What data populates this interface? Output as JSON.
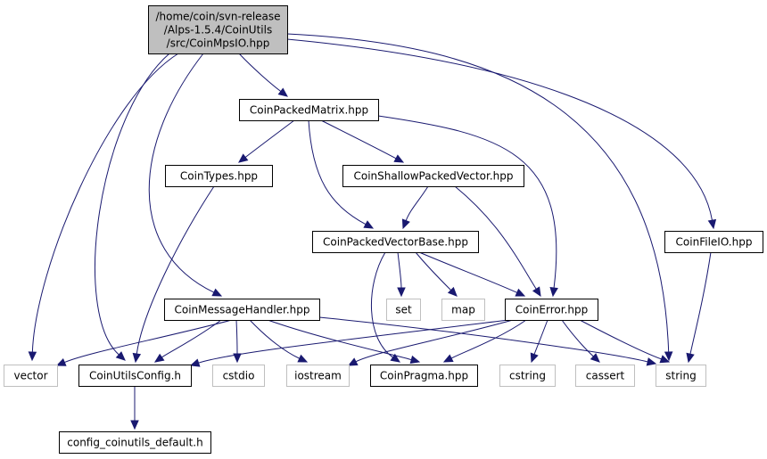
{
  "colors": {
    "root_fill": "#bfbfbf",
    "node_fill": "#ffffff",
    "node_stroke": "#000000",
    "system_stroke": "#bfbfbf",
    "edge": "#191970"
  },
  "nodes": [
    {
      "id": "root",
      "lines": [
        "/home/coin/svn-release",
        "/Alps-1.5.4/CoinUtils",
        "/src/CoinMpsIO.hpp"
      ],
      "kind": "root"
    },
    {
      "id": "packedmatrix",
      "lines": [
        "CoinPackedMatrix.hpp"
      ],
      "kind": "header"
    },
    {
      "id": "types",
      "lines": [
        "CoinTypes.hpp"
      ],
      "kind": "header"
    },
    {
      "id": "shallow",
      "lines": [
        "CoinShallowPackedVector.hpp"
      ],
      "kind": "header"
    },
    {
      "id": "pvbase",
      "lines": [
        "CoinPackedVectorBase.hpp"
      ],
      "kind": "header"
    },
    {
      "id": "fileio",
      "lines": [
        "CoinFileIO.hpp"
      ],
      "kind": "header"
    },
    {
      "id": "msghandler",
      "lines": [
        "CoinMessageHandler.hpp"
      ],
      "kind": "header"
    },
    {
      "id": "error",
      "lines": [
        "CoinError.hpp"
      ],
      "kind": "header"
    },
    {
      "id": "set",
      "lines": [
        "set"
      ],
      "kind": "system"
    },
    {
      "id": "map",
      "lines": [
        "map"
      ],
      "kind": "system"
    },
    {
      "id": "vector",
      "lines": [
        "vector"
      ],
      "kind": "system"
    },
    {
      "id": "config",
      "lines": [
        "CoinUtilsConfig.h"
      ],
      "kind": "header"
    },
    {
      "id": "cstdio",
      "lines": [
        "cstdio"
      ],
      "kind": "system"
    },
    {
      "id": "iostream",
      "lines": [
        "iostream"
      ],
      "kind": "system"
    },
    {
      "id": "pragma",
      "lines": [
        "CoinPragma.hpp"
      ],
      "kind": "header"
    },
    {
      "id": "cstring",
      "lines": [
        "cstring"
      ],
      "kind": "system"
    },
    {
      "id": "cassert",
      "lines": [
        "cassert"
      ],
      "kind": "system"
    },
    {
      "id": "string",
      "lines": [
        "string"
      ],
      "kind": "system"
    },
    {
      "id": "configdefault",
      "lines": [
        "config_coinutils_default.h"
      ],
      "kind": "header"
    }
  ],
  "edges": [
    [
      "root",
      "packedmatrix"
    ],
    [
      "root",
      "vector"
    ],
    [
      "root",
      "config"
    ],
    [
      "root",
      "msghandler"
    ],
    [
      "root",
      "string"
    ],
    [
      "root",
      "fileio"
    ],
    [
      "packedmatrix",
      "types"
    ],
    [
      "packedmatrix",
      "shallow"
    ],
    [
      "packedmatrix",
      "pvbase"
    ],
    [
      "packedmatrix",
      "error"
    ],
    [
      "types",
      "config"
    ],
    [
      "shallow",
      "pvbase"
    ],
    [
      "shallow",
      "error"
    ],
    [
      "pvbase",
      "set"
    ],
    [
      "pvbase",
      "map"
    ],
    [
      "pvbase",
      "error"
    ],
    [
      "pvbase",
      "pragma"
    ],
    [
      "fileio",
      "string"
    ],
    [
      "msghandler",
      "vector"
    ],
    [
      "msghandler",
      "config"
    ],
    [
      "msghandler",
      "cstdio"
    ],
    [
      "msghandler",
      "iostream"
    ],
    [
      "msghandler",
      "pragma"
    ],
    [
      "msghandler",
      "string"
    ],
    [
      "error",
      "config"
    ],
    [
      "error",
      "iostream"
    ],
    [
      "error",
      "pragma"
    ],
    [
      "error",
      "cstring"
    ],
    [
      "error",
      "cassert"
    ],
    [
      "error",
      "string"
    ],
    [
      "config",
      "configdefault"
    ]
  ]
}
